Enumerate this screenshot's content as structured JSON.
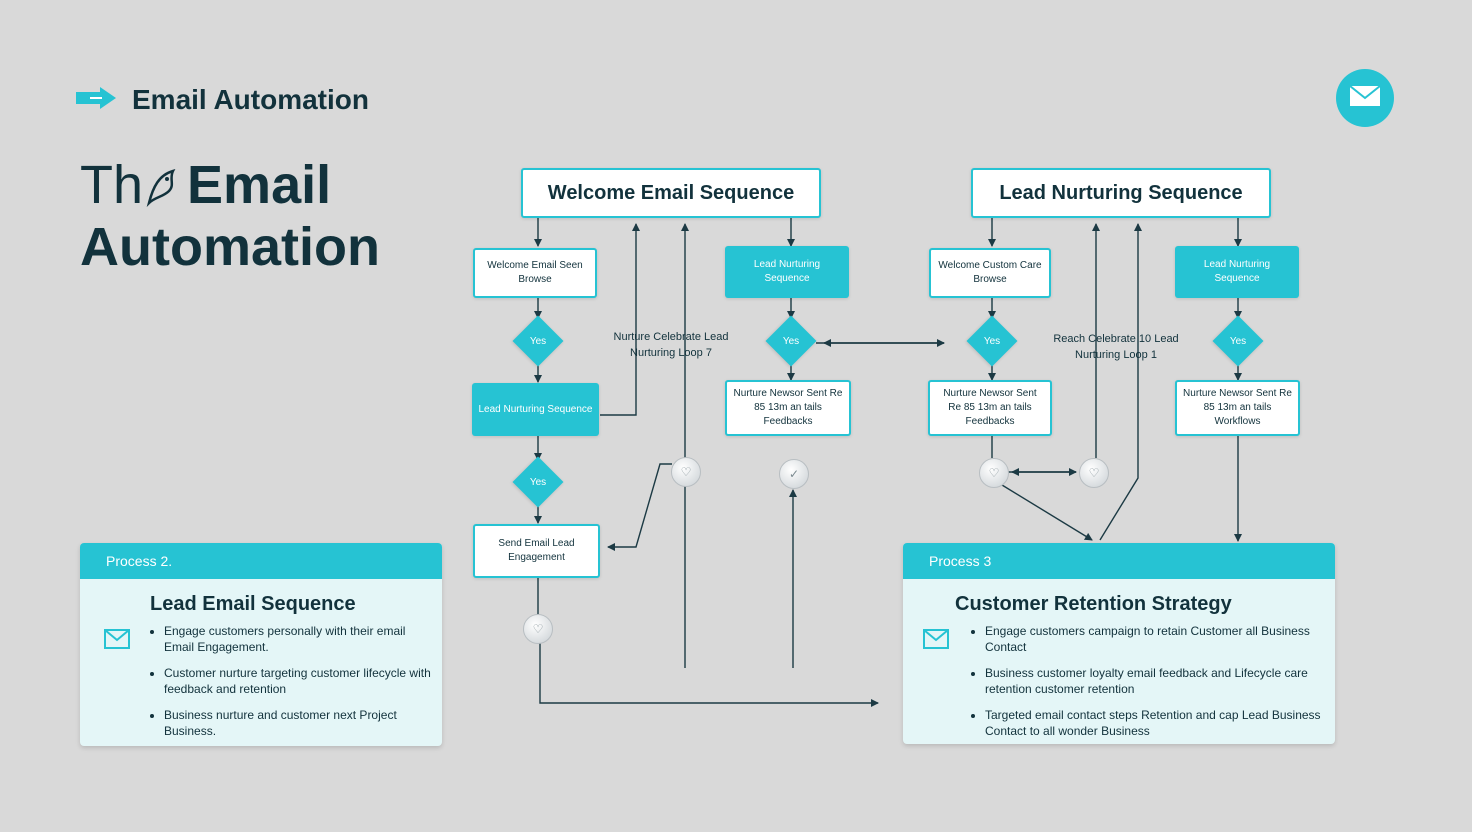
{
  "brand": {
    "title": "Email Automation"
  },
  "hero": {
    "line1_prefix": "Th",
    "line1_word": "Email",
    "line2": "Automation"
  },
  "colors": {
    "accent": "#26c3d3",
    "dark": "#12323c",
    "background": "#d9d9d9",
    "panel": "#e4f6f7"
  },
  "icons": {
    "brand": "arrow-right-icon",
    "corner": "envelope-icon",
    "panel": "envelope-icon"
  },
  "flow": {
    "welcome_header": "Welcome Email Sequence",
    "nurture_header": "Lead Nurturing Sequence",
    "nodes": {
      "w1": "Welcome Email Seen Browse",
      "lead1": "Lead Nurturing Sequence",
      "lead_mid": "Lead Nurturing Sequence",
      "new_mid": "Welcome Custom Care Browse",
      "lead_right": "Lead Nurturing Sequence",
      "send": "Send Email Lead Engagement",
      "mid1": "Nurture Newsor Sent Re 85 13m an tails Feedbacks",
      "mid2": "Nurture Newsor Sent Re 85 13m an tails Feedbacks",
      "mid3": "Nurture Newsor Sent Re 85 13m an tails Workflows"
    },
    "diamond": "Yes",
    "label_left": "Nurture Celebrate Lead Nurturing Loop 7",
    "label_right": "Reach Celebrate 10 Lead Nurturing Loop 1"
  },
  "panels": {
    "left": {
      "tag": "Process 2.",
      "title": "Lead Email Sequence",
      "bullets": [
        "Engage customers personally with their email Email Engagement.",
        "Customer nurture targeting customer lifecycle with feedback and retention",
        "Business nurture and customer next Project Business."
      ]
    },
    "right": {
      "tag": "Process 3",
      "title": "Customer Retention Strategy",
      "bullets": [
        "Engage customers campaign to retain Customer all Business Contact",
        "Business customer loyalty email feedback and Lifecycle care retention customer retention",
        "Targeted email contact steps Retention and cap Lead Business Contact to all wonder Business"
      ]
    }
  }
}
